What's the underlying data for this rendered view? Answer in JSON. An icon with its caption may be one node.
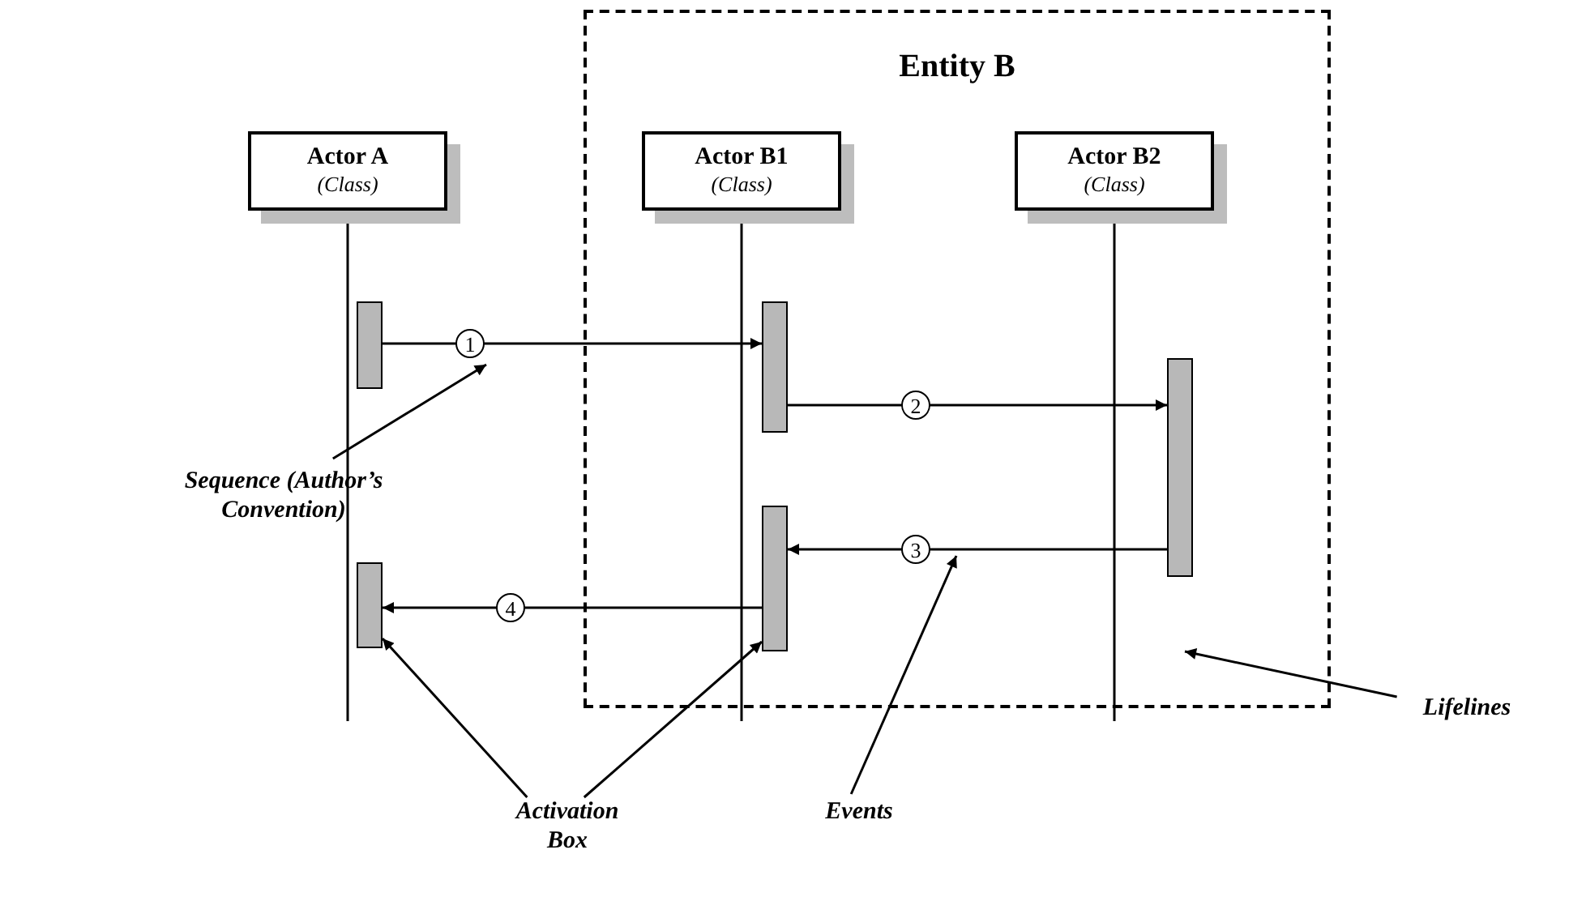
{
  "diagram": {
    "nodes": [
      {
        "text": [
          "Entity B"
        ]
      },
      {
        "text": [
          "Actor A",
          "(Class)"
        ]
      },
      {
        "text": [
          "Actor B1",
          "(Class)"
        ],
        "in": 0
      },
      {
        "text": [
          "Actor B2",
          "(Class)"
        ],
        "in": 0
      },
      {
        "text": [],
        "shape": "bar"
      },
      {
        "text": [],
        "shape": "bar"
      },
      {
        "text": [],
        "shape": "bar",
        "in": 0
      },
      {
        "text": [],
        "shape": "bar",
        "in": 0
      },
      {
        "text": [],
        "shape": "bar",
        "in": 0
      },
      {
        "text": [
          "Sequence (Author’s Convention)"
        ]
      },
      {
        "text": [
          "Lifelines"
        ]
      },
      {
        "text": [
          "Activation Box"
        ]
      },
      {
        "text": [
          "Events"
        ]
      }
    ],
    "edges": [
      {
        "from": 4,
        "to": 6,
        "arrow": "to",
        "label": "1"
      },
      {
        "from": 6,
        "to": 8,
        "arrow": "to",
        "label": "2"
      },
      {
        "from": 8,
        "to": 7,
        "arrow": "to",
        "label": "3"
      },
      {
        "from": 7,
        "to": 5,
        "arrow": "to",
        "label": "4"
      },
      {
        "from": 9,
        "to": null,
        "arrow": "to"
      },
      {
        "from": 10,
        "to": null,
        "arrow": "to"
      },
      {
        "from": 11,
        "to": 5,
        "arrow": "to"
      },
      {
        "from": 11,
        "to": 7,
        "arrow": "to"
      },
      {
        "from": 12,
        "to": null,
        "arrow": "to"
      }
    ]
  }
}
